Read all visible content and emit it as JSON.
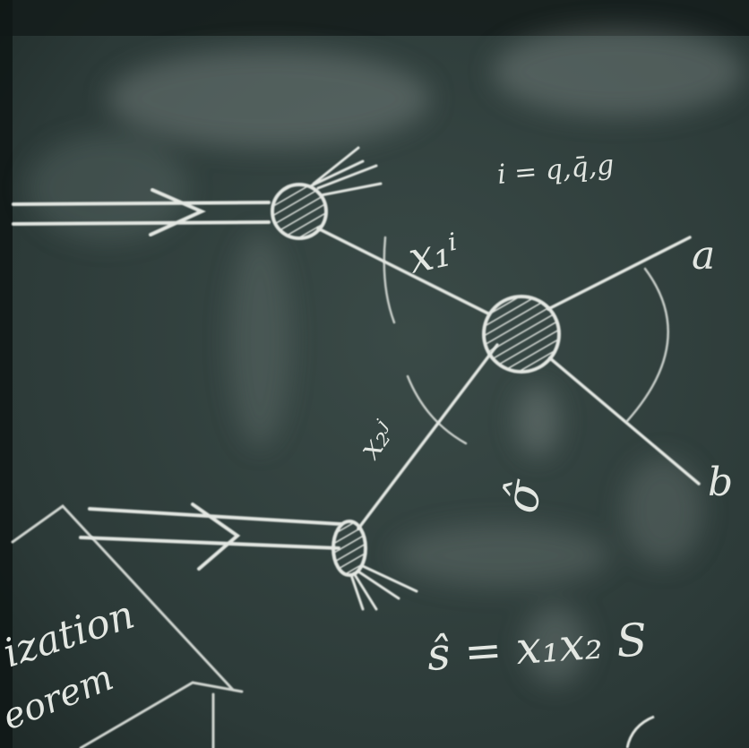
{
  "scene": {
    "description_free": true,
    "colors": {
      "board": "#2f3d3b",
      "board_dark": "#1b2523",
      "chalk": "#e3e7e2",
      "smudge": "#8e9c97"
    }
  },
  "labels": {
    "parton_def": "i = q,q̄,g",
    "x1_label": "x₁ⁱ",
    "x2_label": "x₂ʲ",
    "out_a": "a",
    "out_b": "b",
    "sigma_hat": "σ̂",
    "s_hat_formula": "ŝ = x₁x₂ S",
    "margin_word_1": "ization",
    "margin_word_2": "eorem"
  }
}
